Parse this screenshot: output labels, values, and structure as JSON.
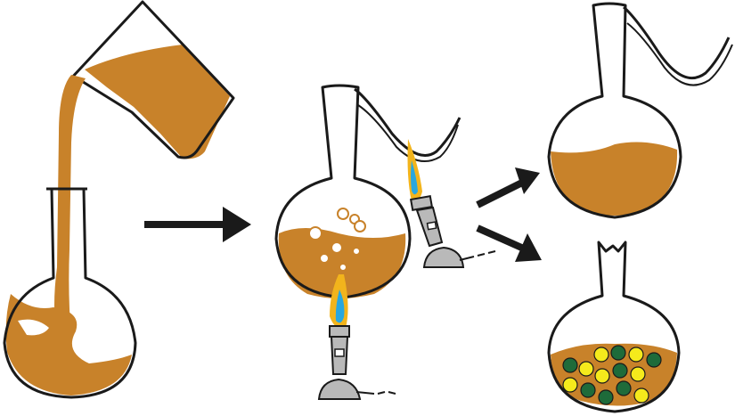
{
  "colors": {
    "broth": "#C8822A",
    "outline": "#1a1a1a",
    "burner_metal": "#b9b9b9",
    "burner_shadow": "#8e8e8e",
    "flame_outer": "#F2B41C",
    "flame_inner": "#29A7DF",
    "colony_green": "#1E6B3A",
    "colony_yellow": "#F5EA1C",
    "arrow": "#1a1a1a"
  },
  "panels": [
    {
      "id": "pour",
      "icons": [
        "beaker-icon",
        "flask-icon"
      ]
    },
    {
      "id": "boil",
      "icons": [
        "swan-neck-flask-icon",
        "bunsen-burner-icon"
      ]
    },
    {
      "id": "outcomes",
      "icons": [
        "intact-flask-icon",
        "broken-flask-icon"
      ]
    }
  ]
}
